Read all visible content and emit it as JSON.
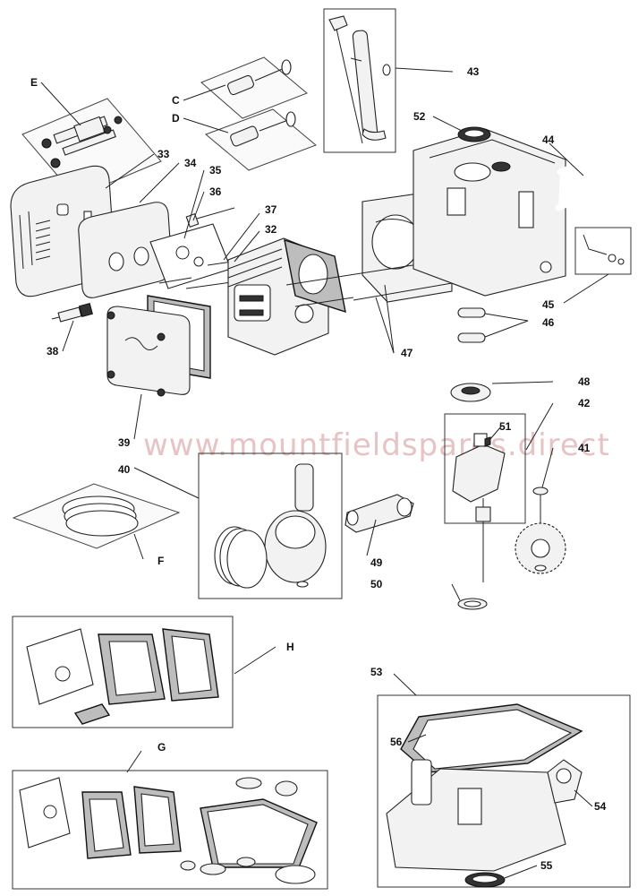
{
  "watermark": "www.mountfieldspares.direct",
  "labels": {
    "E": "E",
    "C": "C",
    "D": "D",
    "F": "F",
    "H": "H",
    "G": "G",
    "n32": "32",
    "n33": "33",
    "n34": "34",
    "n35": "35",
    "n36": "36",
    "n37": "37",
    "n38": "38",
    "n39": "39",
    "n40": "40",
    "n41": "41",
    "n42": "42",
    "n43": "43",
    "n44": "44",
    "n45": "45",
    "n46": "46",
    "n47": "47",
    "n48": "48",
    "n49": "49",
    "n50": "50",
    "n51": "51",
    "n52": "52",
    "n53": "53",
    "n54": "54",
    "n55": "55",
    "n56": "56"
  }
}
